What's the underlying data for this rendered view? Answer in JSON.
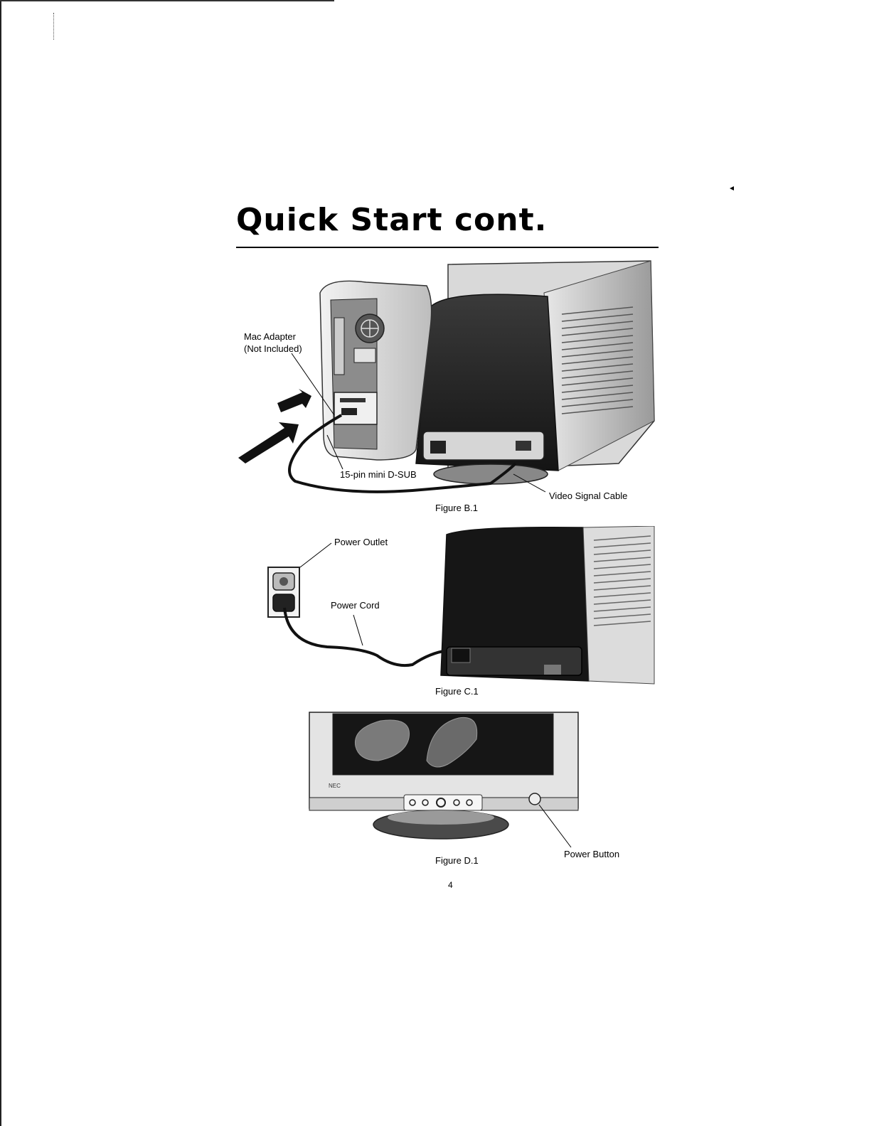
{
  "heading": {
    "title": "Quick Start cont."
  },
  "figure_b1": {
    "caption": "Figure B.1",
    "mac_adapter_line1": "Mac Adapter",
    "mac_adapter_line2": "(Not Included)",
    "connector_label": "15-pin mini D-SUB",
    "cable_label": "Video Signal Cable"
  },
  "figure_c1": {
    "caption": "Figure C.1",
    "outlet_label": "Power Outlet",
    "cord_label": "Power Cord"
  },
  "figure_d1": {
    "caption": "Figure D.1",
    "power_button_label": "Power Button",
    "brand_text": "NEC"
  },
  "footer": {
    "page_number": "4"
  }
}
